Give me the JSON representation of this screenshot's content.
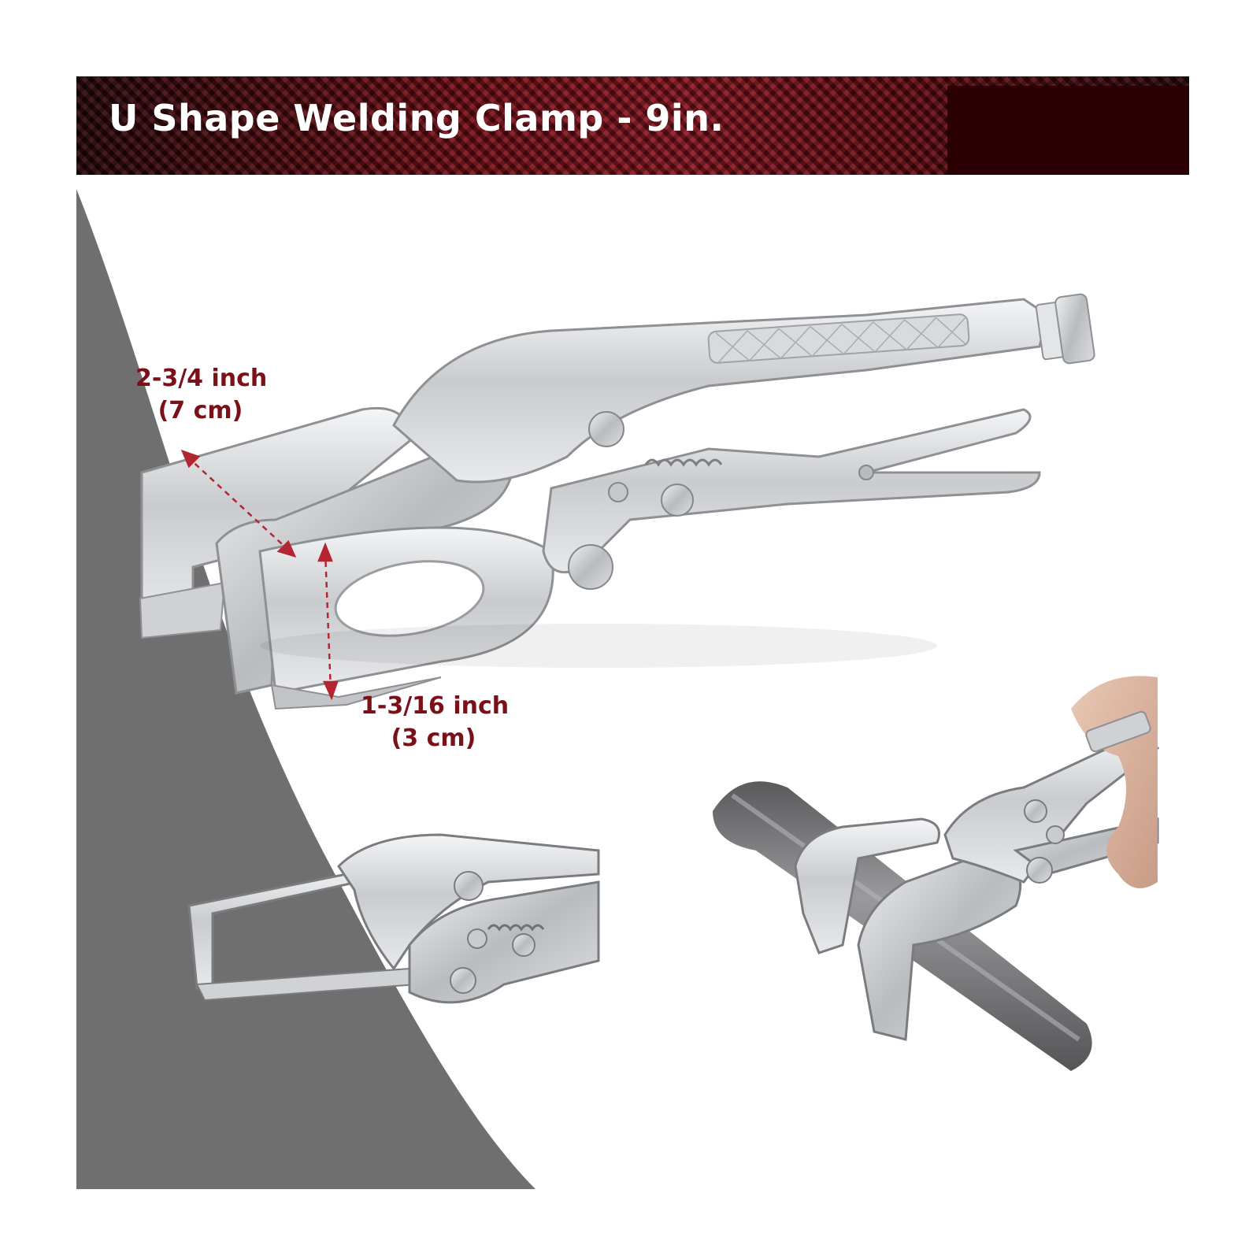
{
  "banner": {
    "title": "U Shape Welding Clamp - 9in."
  },
  "dimensions": {
    "jaw_width_inch": "2-3/4 inch",
    "jaw_width_cm": "(7 cm)",
    "jaw_depth_inch": "1-3/16 inch",
    "jaw_depth_cm": "(3 cm)"
  },
  "colors": {
    "banner_red": "#7a0e16",
    "banner_dark": "#2b0004",
    "dimension_text": "#7a1018",
    "panel_gray": "#6f6f6f",
    "chrome": "#d9dbdd"
  }
}
